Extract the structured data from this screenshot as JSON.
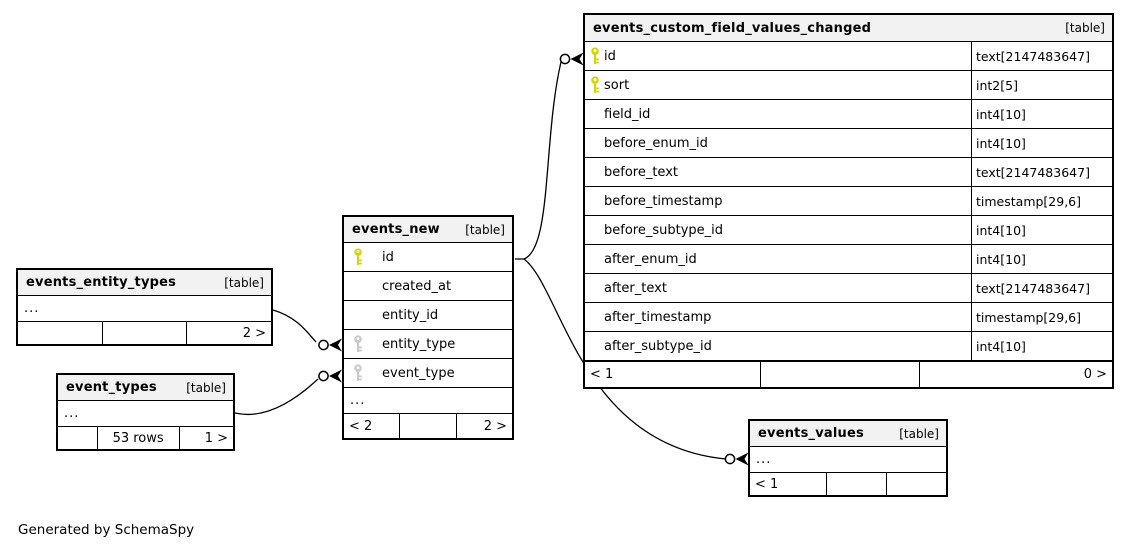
{
  "note": "Generated by SchemaSpy",
  "colors": {
    "primary_key_icon": "#d6d600",
    "reference_key_icon": "#c9c9c9",
    "table_header_bg": "#f2f2f2",
    "border": "#000000",
    "background": "#ffffff"
  },
  "icons": {
    "primary_key": "key-icon",
    "reference_key": "key-icon",
    "relationship_endpoint": "circle-crowfoot-icon"
  },
  "tables": {
    "cfvc": {
      "name": "events_custom_field_values_changed",
      "tag": "[table]",
      "columns": [
        {
          "name": "id",
          "type": "text[2147483647]",
          "key": "primary"
        },
        {
          "name": "sort",
          "type": "int2[5]",
          "key": "primary"
        },
        {
          "name": "field_id",
          "type": "int4[10]",
          "key": ""
        },
        {
          "name": "before_enum_id",
          "type": "int4[10]",
          "key": ""
        },
        {
          "name": "before_text",
          "type": "text[2147483647]",
          "key": ""
        },
        {
          "name": "before_timestamp",
          "type": "timestamp[29,6]",
          "key": ""
        },
        {
          "name": "before_subtype_id",
          "type": "int4[10]",
          "key": ""
        },
        {
          "name": "after_enum_id",
          "type": "int4[10]",
          "key": ""
        },
        {
          "name": "after_text",
          "type": "text[2147483647]",
          "key": ""
        },
        {
          "name": "after_timestamp",
          "type": "timestamp[29,6]",
          "key": ""
        },
        {
          "name": "after_subtype_id",
          "type": "int4[10]",
          "key": ""
        }
      ],
      "footer": {
        "left": "< 1",
        "center": "",
        "right": "0 >"
      }
    },
    "events_new": {
      "name": "events_new",
      "tag": "[table]",
      "columns": [
        {
          "name": "id",
          "key": "primary"
        },
        {
          "name": "created_at",
          "key": ""
        },
        {
          "name": "entity_id",
          "key": ""
        },
        {
          "name": "entity_type",
          "key": "reference"
        },
        {
          "name": "event_type",
          "key": "reference"
        }
      ],
      "ellipsis": "...",
      "footer": {
        "left": "< 2",
        "center": "",
        "right": "2 >"
      }
    },
    "events_entity_types": {
      "name": "events_entity_types",
      "tag": "[table]",
      "ellipsis": "...",
      "footer": {
        "left": "",
        "center": "",
        "right": "2 >"
      }
    },
    "event_types": {
      "name": "event_types",
      "tag": "[table]",
      "ellipsis": "...",
      "footer": {
        "left": "",
        "center": "53 rows",
        "right": "1 >"
      }
    },
    "events_values": {
      "name": "events_values",
      "tag": "[table]",
      "ellipsis": "...",
      "footer": {
        "left": "< 1",
        "center": "",
        "right": ""
      }
    }
  }
}
